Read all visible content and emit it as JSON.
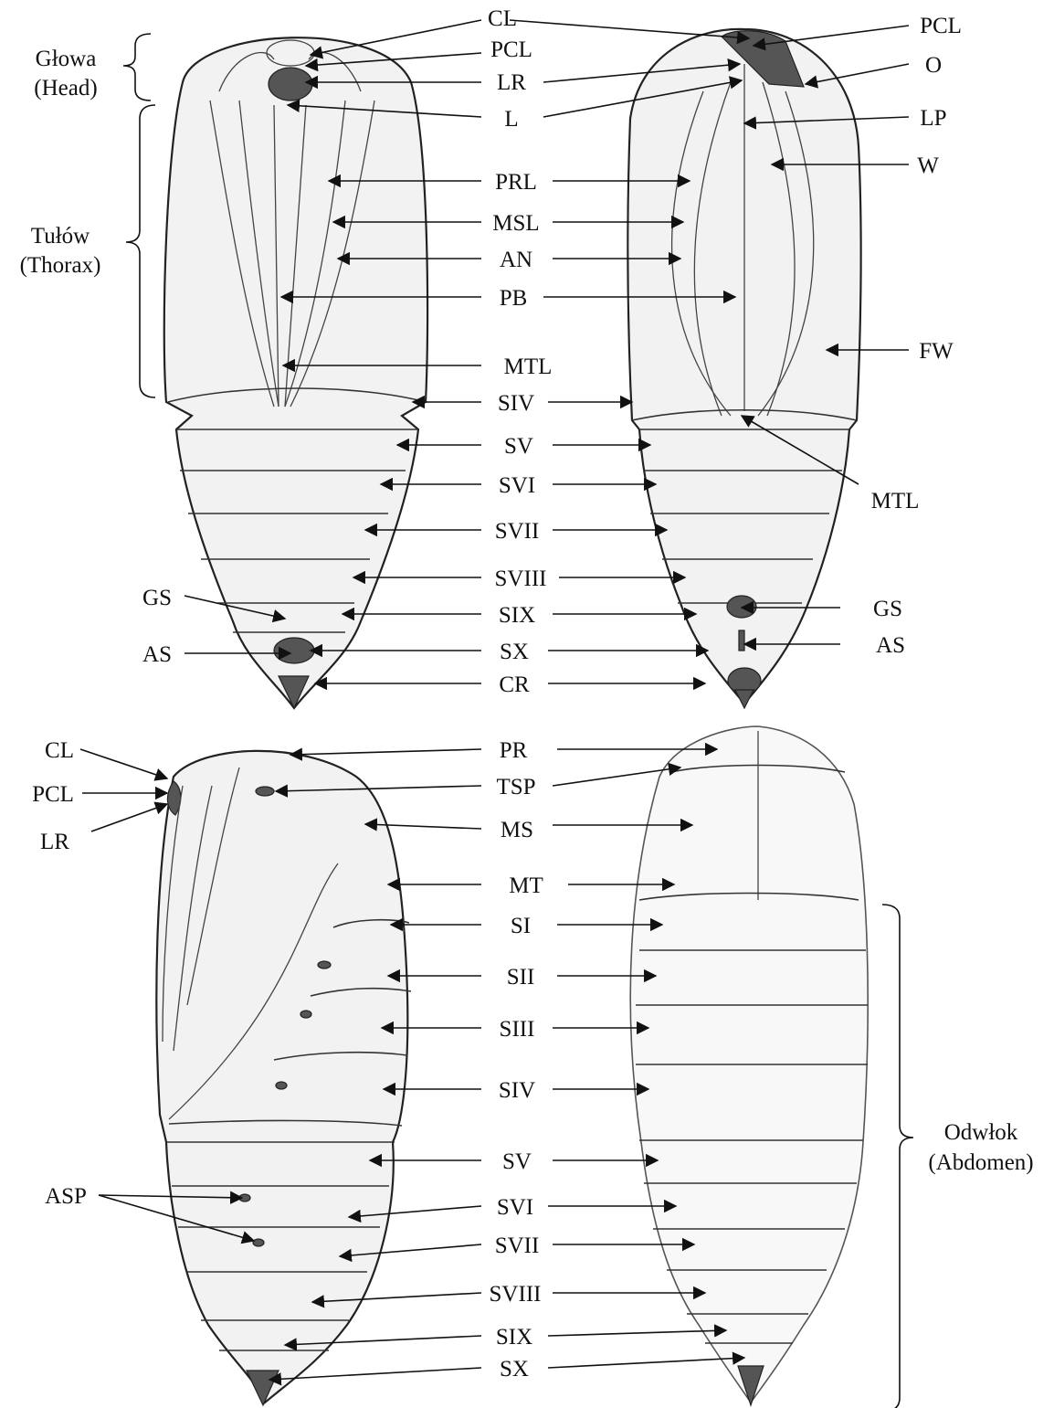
{
  "groups": {
    "head": {
      "pl": "Głowa",
      "en": "(Head)"
    },
    "thorax": {
      "pl": "Tułów",
      "en": "(Thorax)"
    },
    "abdomen": {
      "pl": "Odwłok",
      "en": "(Abdomen)"
    }
  },
  "labels": {
    "CL": "CL",
    "PCL": "PCL",
    "LR": "LR",
    "L": "L",
    "O": "O",
    "LP": "LP",
    "W": "W",
    "PRL": "PRL",
    "MSL": "MSL",
    "AN": "AN",
    "PB": "PB",
    "FW": "FW",
    "MTL": "MTL",
    "SIV": "SIV",
    "SV": "SV",
    "SVI": "SVI",
    "SVII": "SVII",
    "SVIII": "SVIII",
    "SIX": "SIX",
    "SX": "SX",
    "GS": "GS",
    "AS": "AS",
    "CR": "CR",
    "PR": "PR",
    "TSP": "TSP",
    "MS": "MS",
    "MT": "MT",
    "SI": "SI",
    "SII": "SII",
    "SIII": "SIII",
    "ASP": "ASP"
  },
  "colors": {
    "ink": "#111111",
    "paper": "#ffffff",
    "body_fill": "#f2f2f2"
  }
}
